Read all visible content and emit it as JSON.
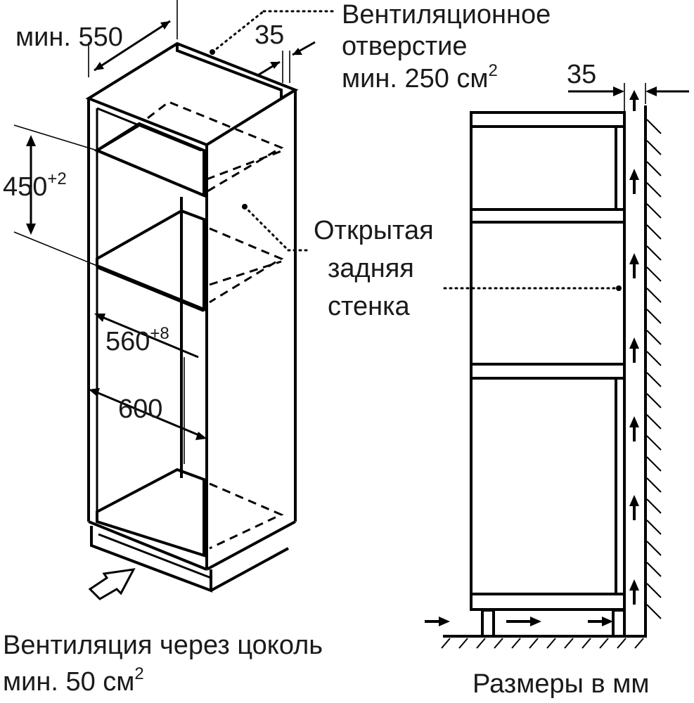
{
  "labels": {
    "min_depth_prefix": "мин. ",
    "min_depth_value": "550",
    "gap_top": "35",
    "vent_opening_line1": "Вентиляционное",
    "vent_opening_line2": "отверстие",
    "vent_opening_line3": "мин. 250 см",
    "vent_opening_sup": "2",
    "gap_side": "35",
    "niche_height": "450",
    "niche_height_tol": "+2",
    "open_back_line1": "Открытая",
    "open_back_line2": "задняя",
    "open_back_line3": "стенка",
    "niche_width": "560",
    "niche_width_tol": "+8",
    "cabinet_width": "600",
    "plinth_vent_line1": "Вентиляция через цоколь",
    "plinth_vent_line2": "мин. 50 см",
    "plinth_vent_sup": "2",
    "units_note": "Размеры в мм"
  }
}
